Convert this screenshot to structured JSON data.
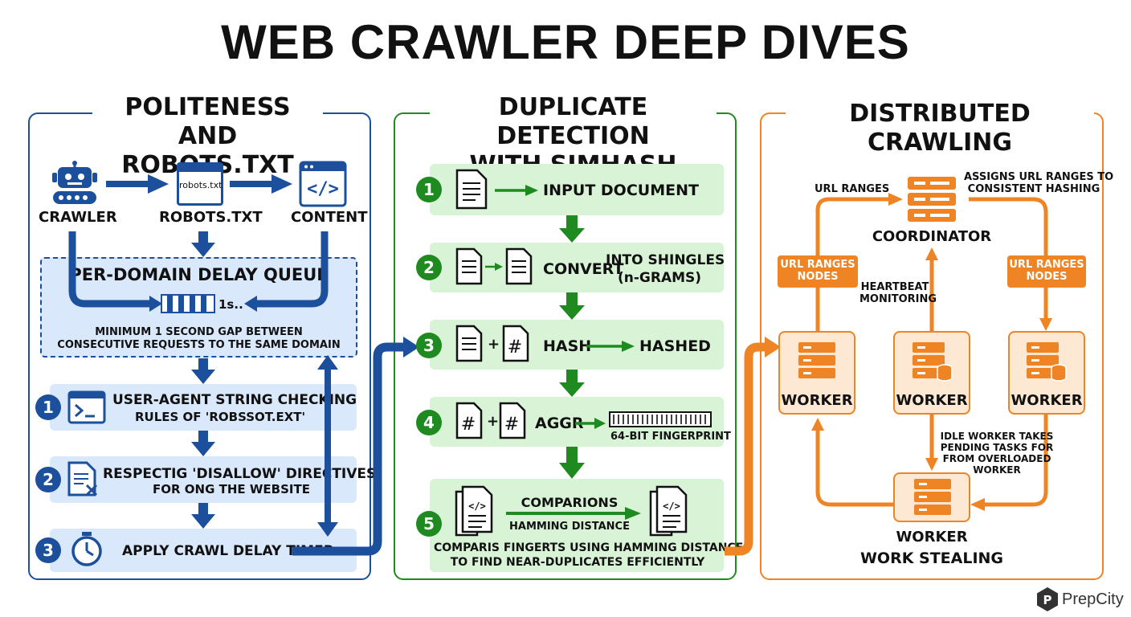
{
  "title": "WEB CRAWLER DEEP DIVES",
  "colors": {
    "blue": "#1c4f9c",
    "green": "#1f8a1f",
    "orange": "#ee8423"
  },
  "politeness": {
    "title_line1": "POLITENESS AND",
    "title_line2": "ROBOTS.TXT",
    "crawler": "CRAWLER",
    "robots_file": "robots.txt",
    "robots": "ROBOTS.TXT",
    "content": "CONTENT",
    "queue_title": "PER-DOMAIN DELAY QUEUE",
    "queue_timer": "1s..",
    "queue_note1": "MINIMUM 1 SECOND GAP BETWEEN",
    "queue_note2": "CONSECUTIVE REQUESTS TO THE SAME DOMAIN",
    "steps": [
      {
        "num": "1",
        "line1": "USER-AGENT STRING CHECKING",
        "line2": "RULES OF 'ROBSSOT.EXT'"
      },
      {
        "num": "2",
        "line1": "RESPECTIG 'DISALLOW' DIRECTIVES",
        "line2": "FOR ONG THE WEBSITE"
      },
      {
        "num": "3",
        "line1": "APPLY CRAWL DELAY TIMER"
      }
    ]
  },
  "simhash": {
    "title_line1": "DUPLICATE DETECTION",
    "title_line2": "WITH SIMHASH",
    "steps": [
      {
        "num": "1",
        "label": "INPUT DOCUMENT"
      },
      {
        "num": "2",
        "label": "CONVERT",
        "label2a": "INTO SHINGLES",
        "label2b": "(n-GRAMS)"
      },
      {
        "num": "3",
        "label": "HASH",
        "label2": "HASHED"
      },
      {
        "num": "4",
        "label": "AGGR",
        "label2": "64-BIT FINGERPRINT"
      },
      {
        "num": "5",
        "label": "COMPARIONS",
        "label2": "HAMMING DISTANCE",
        "note1": "COMPARIS FINGERTS USING HAMMING DISTANCE",
        "note2": "TO FIND NEAR-DUPLICATES EFFICIENTLY"
      }
    ]
  },
  "distributed": {
    "title": "DISTRIBUTED CRAWLING",
    "coordinator": "COORDINATOR",
    "url_ranges": "URL RANGES",
    "assigns1": "ASSIGNS URL RANGES TO",
    "assigns2": "CONSISTENT HASHING",
    "badge_left1": "URL RANGES",
    "badge_left2": "NODES",
    "badge_right1": "URL RANGES",
    "badge_right2": "NODES",
    "heartbeat1": "HEARTBEAT",
    "heartbeat2": "MONITORING",
    "worker": "WORKER",
    "idle1": "IDLE WORKER TAKES",
    "idle2": "PENDING TASKS FOR",
    "idle3": "FROM OVERLOADED",
    "idle4": "WORKER",
    "work_stealing": "WORK STEALING"
  },
  "brand": "PrepCity"
}
